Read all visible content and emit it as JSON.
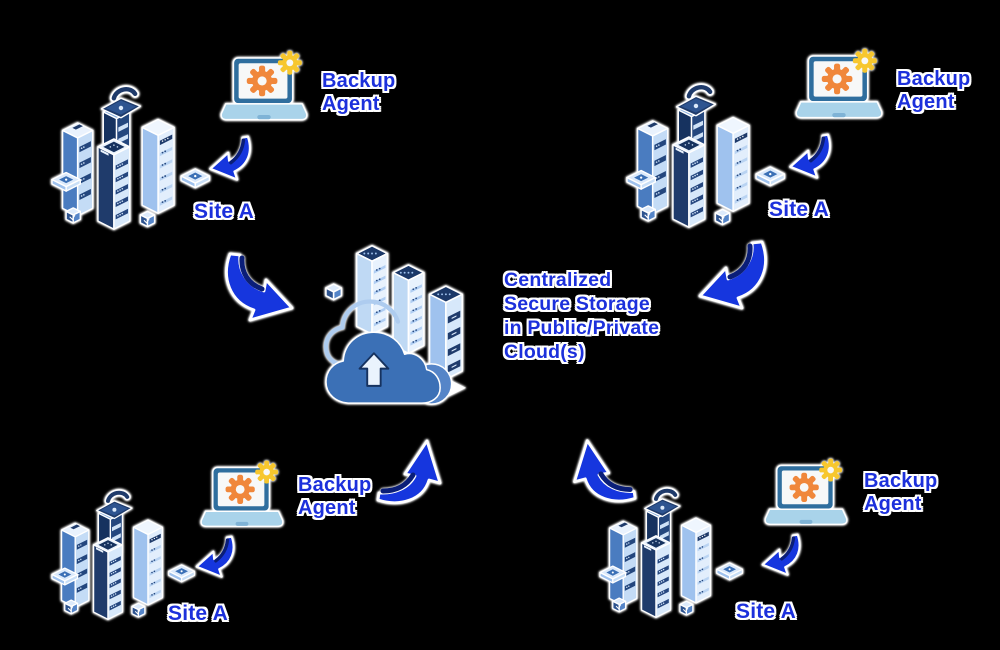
{
  "diagram": {
    "center": {
      "caption": "Centralized\nSecure Storage\nin Public/Private\nCloud(s)",
      "illustration": "cloud-server-storage"
    },
    "sites": [
      {
        "position": "top-left",
        "site_label": "Site A",
        "agent_label": "Backup Agent"
      },
      {
        "position": "top-right",
        "site_label": "Site A",
        "agent_label": "Backup Agent"
      },
      {
        "position": "bottom-left",
        "site_label": "Site A",
        "agent_label": "Backup Agent"
      },
      {
        "position": "bottom-right",
        "site_label": "Site A",
        "agent_label": "Backup Agent"
      }
    ],
    "icons": [
      "server-cluster-icon",
      "padlock-icon",
      "laptop-icon",
      "gear-icon",
      "cloud-upload-icon",
      "curved-arrow-icon"
    ],
    "colors": {
      "background": "#000000",
      "label_blue": "#1C30DB",
      "arrow_blue": "#1636DE",
      "arrow_dark_blue": "#0A1E78",
      "server_navy": "#1F3B6B",
      "server_blue": "#2E5490",
      "server_light": "#D7E8FA",
      "laptop_frame": "#2F6E9E",
      "laptop_base": "#A9D3EA",
      "gear_orange": "#F0873B",
      "gear_yellow": "#F7C72E",
      "cloud_blue": "#3B70B6"
    }
  }
}
